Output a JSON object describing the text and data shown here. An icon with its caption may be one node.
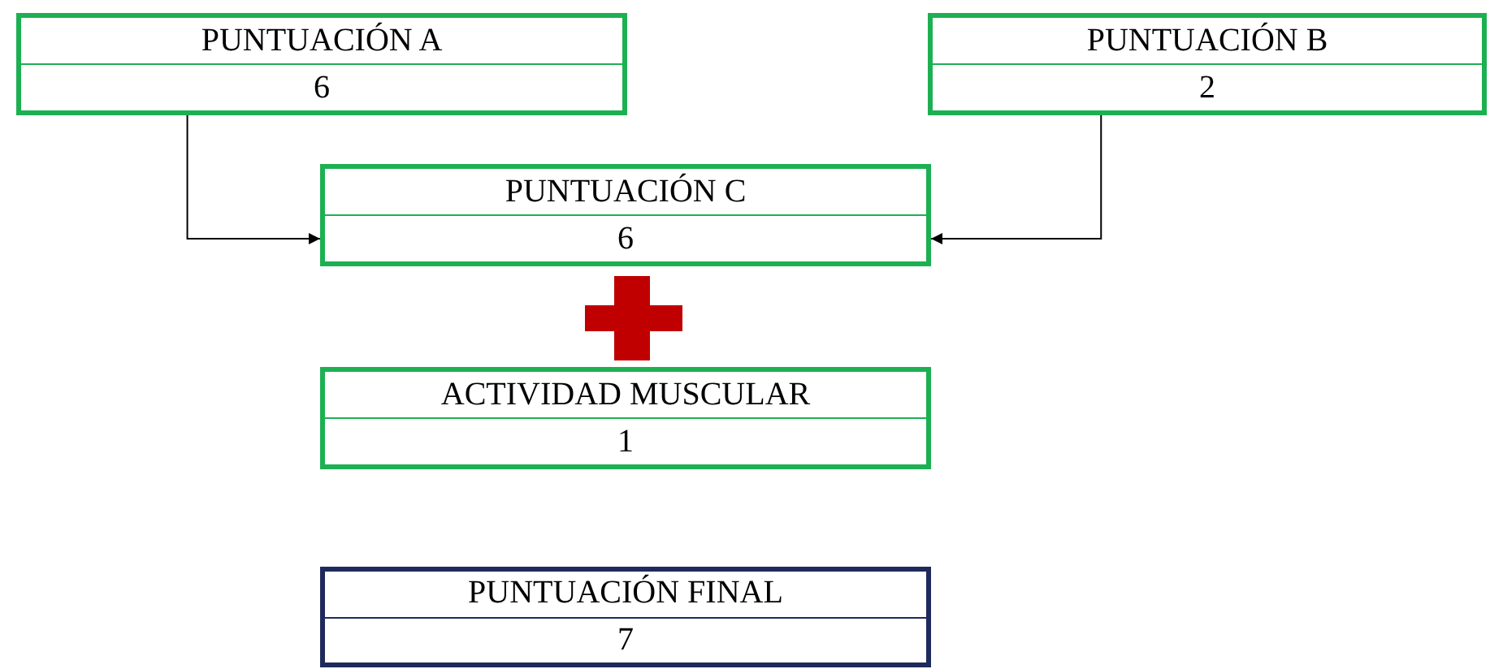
{
  "diagram": {
    "nodes": [
      {
        "text": [
          "PUNTUACIÓN A",
          "6"
        ]
      },
      {
        "text": [
          "PUNTUACIÓN B",
          "2"
        ]
      },
      {
        "text": [
          "PUNTUACIÓN C",
          "6"
        ]
      },
      {
        "text": [
          "ACTIVIDAD MUSCULAR",
          "1"
        ]
      },
      {
        "text": [
          "PUNTUACIÓN FINAL",
          "7"
        ]
      }
    ],
    "edges": [
      {
        "from": 0,
        "to": 2,
        "arrow": "to"
      },
      {
        "from": 1,
        "to": 2,
        "arrow": "to"
      }
    ]
  }
}
